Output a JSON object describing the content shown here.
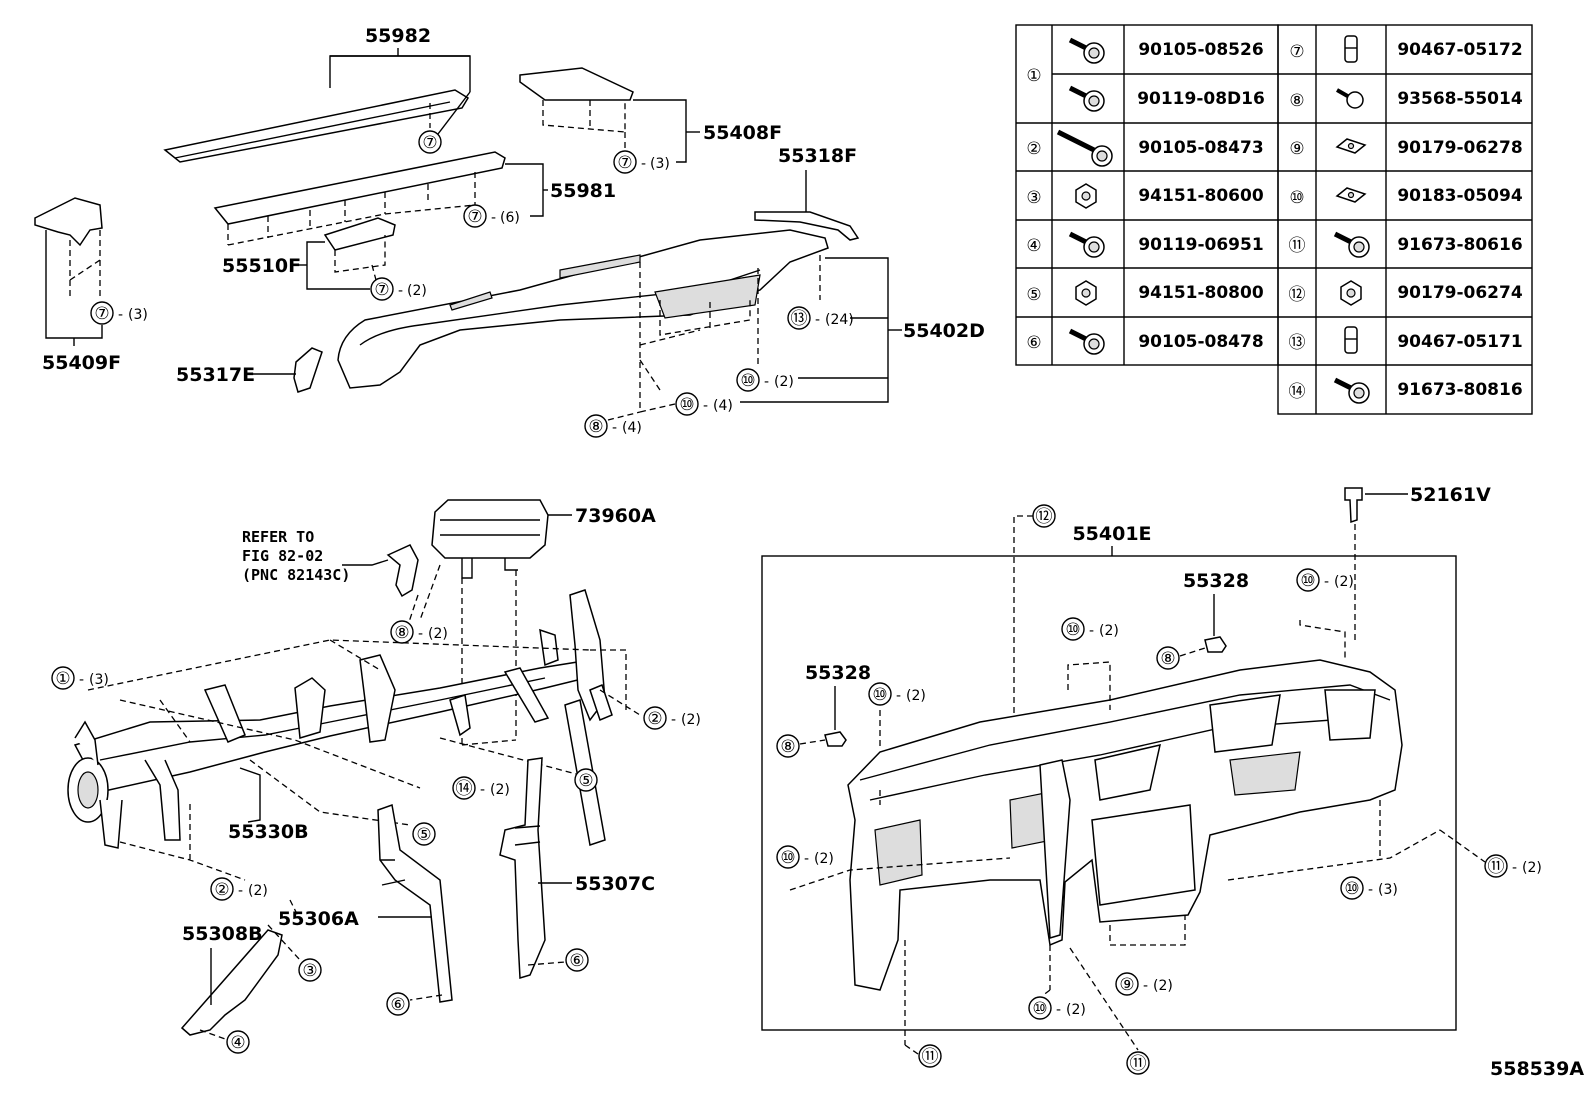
{
  "labels": {
    "p55982": "55982",
    "p55408F": "55408F",
    "p55318F": "55318F",
    "p55981": "55981",
    "p55409F": "55409F",
    "p55510F": "55510F",
    "p55402D": "55402D",
    "p55317E": "55317E",
    "p73960A": "73960A",
    "p55330B": "55330B",
    "p55308B": "55308B",
    "p55306A": "55306A",
    "p55307C": "55307C",
    "p55401E": "55401E",
    "p55328a": "55328",
    "p55328b": "55328",
    "p52161V": "52161V",
    "refer1": "REFER TO",
    "refer2": "FIG 82-02",
    "refer3": "(PNC 82143C)",
    "figure_id": "558539A"
  },
  "callouts": {
    "c1": "①",
    "c2": "②",
    "c3": "③",
    "c4": "④",
    "c5": "⑤",
    "c6": "⑥",
    "c7": "⑦",
    "c8": "⑧",
    "c9": "⑨",
    "c10": "⑩",
    "c11": "⑪",
    "c12": "⑫",
    "c13": "⑬",
    "c14": "⑭"
  },
  "qty": {
    "q2": "(2)",
    "q3": "(3)",
    "q4": "(4)",
    "q6": "(6)",
    "q24": "(24)"
  },
  "fastener_table": {
    "left": [
      {
        "ref": "①",
        "parts": [
          "90105-08526",
          "90119-08D16"
        ],
        "icons": [
          "flange-bolt-icon",
          "flange-bolt-icon"
        ]
      },
      {
        "ref": "②",
        "parts": [
          "90105-08473"
        ],
        "icons": [
          "long-bolt-icon"
        ]
      },
      {
        "ref": "③",
        "parts": [
          "94151-80600"
        ],
        "icons": [
          "nut-icon"
        ]
      },
      {
        "ref": "④",
        "parts": [
          "90119-06951"
        ],
        "icons": [
          "flange-bolt-icon"
        ]
      },
      {
        "ref": "⑤",
        "parts": [
          "94151-80800"
        ],
        "icons": [
          "nut-icon"
        ]
      },
      {
        "ref": "⑥",
        "parts": [
          "90105-08478"
        ],
        "icons": [
          "flange-bolt-icon"
        ]
      }
    ],
    "right": [
      {
        "ref": "⑦",
        "part": "90467-05172",
        "icon": "clip-icon"
      },
      {
        "ref": "⑧",
        "part": "93568-55014",
        "icon": "screw-icon"
      },
      {
        "ref": "⑨",
        "part": "90179-06278",
        "icon": "speed-nut-icon"
      },
      {
        "ref": "⑩",
        "part": "90183-05094",
        "icon": "speed-nut-icon"
      },
      {
        "ref": "⑪",
        "part": "91673-80616",
        "icon": "flange-bolt-icon"
      },
      {
        "ref": "⑫",
        "part": "90179-06274",
        "icon": "nut-icon"
      },
      {
        "ref": "⑬",
        "part": "90467-05171",
        "icon": "clip-icon"
      },
      {
        "ref": "⑭",
        "part": "91673-80816",
        "icon": "flange-bolt-icon"
      }
    ]
  }
}
